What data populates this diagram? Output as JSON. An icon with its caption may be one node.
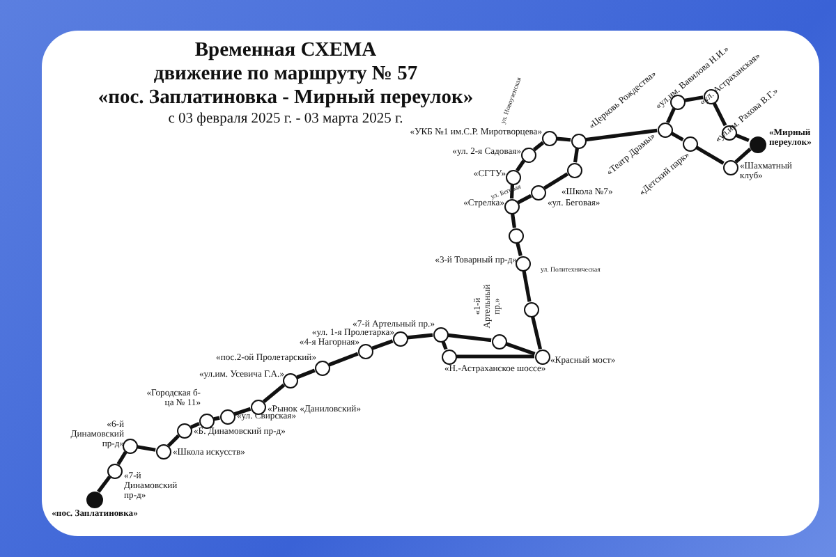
{
  "diagram": {
    "title": "Временная СХЕМА",
    "nodes": [
      {
        "text": [
          "«пос. Заплатиновка»"
        ]
      },
      {
        "text": [
          "«7-й Динамовский пр-д»"
        ]
      },
      {
        "text": [
          "«6-й Динамовский пр-д»"
        ]
      },
      {
        "text": [
          "«Школа искусств»"
        ]
      },
      {
        "text": [
          "«Б. Динамовский пр-д»"
        ]
      },
      {
        "text": [
          "«Городская б-ца № 11»"
        ]
      },
      {
        "text": [
          "«ул. Свирская»"
        ]
      },
      {
        "text": [
          "«Рынок «Даниловский»"
        ]
      },
      {
        "text": [
          "«ул.им. Усевича Г.А.»"
        ]
      },
      {
        "text": [
          "«пос.2-ой Пролетарский»"
        ]
      },
      {
        "text": [
          "«4-я Нагорная»"
        ]
      },
      {
        "text": [
          "«ул. 1-я Пролетарка»"
        ]
      },
      {
        "text": [
          "«7-й Артельный пр.»"
        ]
      },
      {
        "text": [
          "«Н.-Астраханское шоссе»"
        ]
      },
      {
        "text": [
          "«1-й Артельный пр.»"
        ]
      },
      {
        "text": [
          "«Красный мост»"
        ]
      },
      {
        "text": [],
        "shape": "circle"
      },
      {
        "text": [
          "«3-й Товарный пр-д»"
        ]
      },
      {
        "text": [],
        "shape": "circle"
      },
      {
        "text": [
          "«Стрелка»"
        ]
      },
      {
        "text": [
          "«СГТУ»"
        ]
      },
      {
        "text": [
          "«ул. 2-я Садовая»"
        ]
      },
      {
        "text": [
          "«УКБ №1 им.С.Р. Миротворцева»"
        ]
      },
      {
        "text": [
          "«ул. Беговая»"
        ]
      },
      {
        "text": [
          "«Школа №7»"
        ]
      },
      {
        "text": [
          "«Церковь Рождества»"
        ]
      },
      {
        "text": [
          "«Театр Драмы»"
        ]
      },
      {
        "text": [
          "«Детский парк»"
        ]
      },
      {
        "text": [
          "«ул.им. Вавилова Н.И.»"
        ]
      },
      {
        "text": [
          "«ул. Астраханская»"
        ]
      },
      {
        "text": [
          "«ул.им. Рахова В.Г.»"
        ]
      },
      {
        "text": [
          "«Шахматный клуб»"
        ]
      },
      {
        "text": [
          "«Мирный переулок»"
        ]
      }
    ],
    "edges": [
      {
        "from": 0,
        "to": 1,
        "arrow": "none"
      },
      {
        "from": 1,
        "to": 2,
        "arrow": "none"
      },
      {
        "from": 2,
        "to": 3,
        "arrow": "none"
      },
      {
        "from": 3,
        "to": 4,
        "arrow": "none"
      },
      {
        "from": 4,
        "to": 5,
        "arrow": "none"
      },
      {
        "from": 5,
        "to": 6,
        "arrow": "none"
      },
      {
        "from": 6,
        "to": 7,
        "arrow": "none"
      },
      {
        "from": 7,
        "to": 8,
        "arrow": "none"
      },
      {
        "from": 8,
        "to": 9,
        "arrow": "none"
      },
      {
        "from": 9,
        "to": 10,
        "arrow": "none"
      },
      {
        "from": 10,
        "to": 11,
        "arrow": "none"
      },
      {
        "from": 11,
        "to": 12,
        "arrow": "none"
      },
      {
        "from": 12,
        "to": 14,
        "arrow": "none"
      },
      {
        "from": 14,
        "to": 15,
        "arrow": "none"
      },
      {
        "from": 12,
        "to": 13,
        "arrow": "none"
      },
      {
        "from": 13,
        "to": 15,
        "arrow": "none"
      },
      {
        "from": 15,
        "to": 16,
        "arrow": "none"
      },
      {
        "from": 16,
        "to": 17,
        "arrow": "none"
      },
      {
        "from": 17,
        "to": 18,
        "arrow": "none"
      },
      {
        "from": 18,
        "to": 19,
        "arrow": "none"
      },
      {
        "from": 19,
        "to": 20,
        "arrow": "none"
      },
      {
        "from": 20,
        "to": 21,
        "arrow": "none"
      },
      {
        "from": 21,
        "to": 22,
        "arrow": "none"
      },
      {
        "from": 22,
        "to": 25,
        "arrow": "none"
      },
      {
        "from": 19,
        "to": 23,
        "arrow": "none"
      },
      {
        "from": 23,
        "to": 24,
        "arrow": "none"
      },
      {
        "from": 24,
        "to": 25,
        "arrow": "none"
      },
      {
        "from": 25,
        "to": 26,
        "arrow": "none"
      },
      {
        "from": 26,
        "to": 28,
        "arrow": "none"
      },
      {
        "from": 28,
        "to": 29,
        "arrow": "none"
      },
      {
        "from": 29,
        "to": 30,
        "arrow": "none"
      },
      {
        "from": 30,
        "to": 32,
        "arrow": "none"
      },
      {
        "from": 32,
        "to": 31,
        "arrow": "none"
      },
      {
        "from": 31,
        "to": 27,
        "arrow": "none"
      },
      {
        "from": 27,
        "to": 26,
        "arrow": "none"
      }
    ],
    "labels": [
      "движение по маршруту № 57",
      "«пос. Заплатиновка - Мирный переулок»",
      "с 03 февраля 2025 г. - 03 марта 2025 г.",
      "ул. Новоузенская",
      "ул. Беговая",
      "ул. Политехническая"
    ]
  }
}
